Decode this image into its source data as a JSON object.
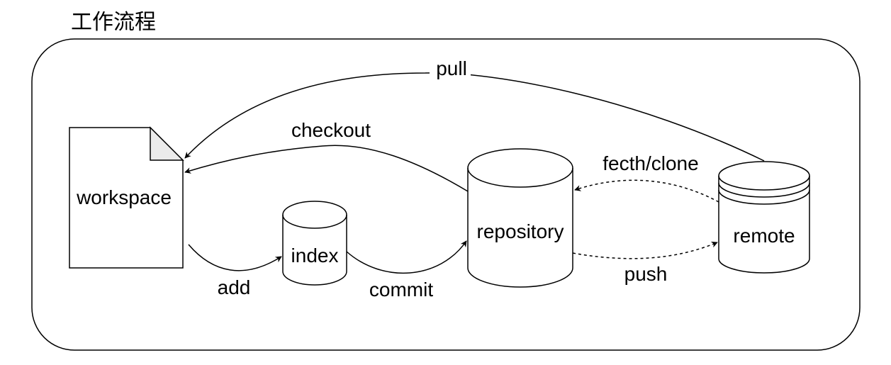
{
  "title": "工作流程",
  "nodes": {
    "workspace": "workspace",
    "index": "index",
    "repository": "repository",
    "remote": "remote"
  },
  "edges": {
    "pull": "pull",
    "checkout": "checkout",
    "fetch_clone": "fecth/clone",
    "push": "push",
    "add": "add",
    "commit": "commit"
  },
  "colors": {
    "stroke": "#000000",
    "fill": "#ffffff",
    "fold": "#ebebeb"
  }
}
